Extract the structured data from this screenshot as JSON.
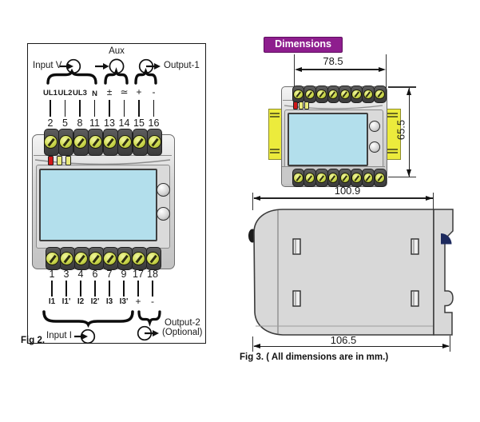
{
  "fig2": {
    "caption": "Fig 2.",
    "aux_label": "Aux",
    "input_v_label": "Input V",
    "output1_label": "Output-1",
    "input_i_label": "Input I",
    "output2_label": "Output-2",
    "output2_note": "(Optional)",
    "top_terminals": {
      "labels": [
        "UL1",
        "UL2",
        "UL3",
        "N",
        "±",
        "≃",
        "+",
        "-"
      ],
      "numbers": [
        "2",
        "5",
        "8",
        "11",
        "13",
        "14",
        "15",
        "16"
      ]
    },
    "bottom_terminals": {
      "numbers": [
        "1",
        "3",
        "4",
        "6",
        "7",
        "9",
        "17",
        "18"
      ],
      "labels": [
        "I1",
        "I1'",
        "I2",
        "I2'",
        "I3",
        "I3'",
        "+",
        "-"
      ]
    }
  },
  "fig3": {
    "badge": "Dimensions",
    "caption": "Fig 3. ( All dimensions are in mm.)",
    "front_width_mm": "78.5",
    "front_height_mm": "65.5",
    "side_depth_body_mm": "100.9",
    "side_depth_total_mm": "106.5"
  },
  "icons": {
    "input_symbol": "arrow-into-circle",
    "aux_symbol": "arrow-to-circle",
    "output_symbol": "circle-arrow-out"
  },
  "colors": {
    "badge_purple": "#8E1E8E",
    "lcd_blue": "#B3DFEC",
    "din_clip_yellow": "#ECEB3C",
    "screw_yellow": "#CFDB52",
    "led_red": "#D01818",
    "led_yellow": "#E9E97C"
  }
}
